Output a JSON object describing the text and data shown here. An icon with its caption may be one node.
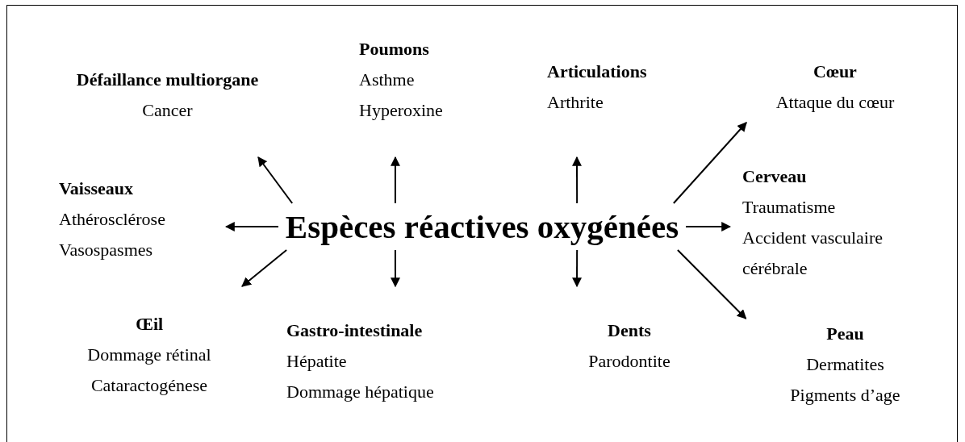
{
  "diagram": {
    "nodes": [
      {
        "text": [
          "Espèces réactives oxygénées"
        ]
      },
      {
        "text": [
          "Défaillance multiorgane",
          "Cancer"
        ]
      },
      {
        "text": [
          "Poumons",
          "Asthme",
          "Hyperoxine"
        ]
      },
      {
        "text": [
          "Articulations",
          "Arthrite"
        ]
      },
      {
        "text": [
          "Cœur",
          "Attaque du cœur"
        ]
      },
      {
        "text": [
          "Vaisseaux",
          "Athérosclérose",
          "Vasospasmes"
        ]
      },
      {
        "text": [
          "Cerveau",
          "Traumatisme",
          "Accident vasculaire cérébrale"
        ]
      },
      {
        "text": [
          "Œil",
          "Dommage rétinal",
          "Cataractogénese"
        ]
      },
      {
        "text": [
          "Gastro-intestinale",
          "Hépatite",
          "Dommage hépatique"
        ]
      },
      {
        "text": [
          "Dents",
          "Parodontite"
        ]
      },
      {
        "text": [
          "Peau",
          "Dermatites",
          "Pigments d’age"
        ]
      }
    ],
    "edges": [
      {
        "from": 0,
        "to": 1,
        "arrow": "to"
      },
      {
        "from": 0,
        "to": 2,
        "arrow": "to"
      },
      {
        "from": 0,
        "to": 3,
        "arrow": "to"
      },
      {
        "from": 0,
        "to": 4,
        "arrow": "to"
      },
      {
        "from": 0,
        "to": 5,
        "arrow": "to"
      },
      {
        "from": 0,
        "to": 6,
        "arrow": "to"
      },
      {
        "from": 0,
        "to": 7,
        "arrow": "to"
      },
      {
        "from": 0,
        "to": 8,
        "arrow": "to"
      },
      {
        "from": 0,
        "to": 9,
        "arrow": "to"
      },
      {
        "from": 0,
        "to": 10,
        "arrow": "to"
      }
    ]
  }
}
